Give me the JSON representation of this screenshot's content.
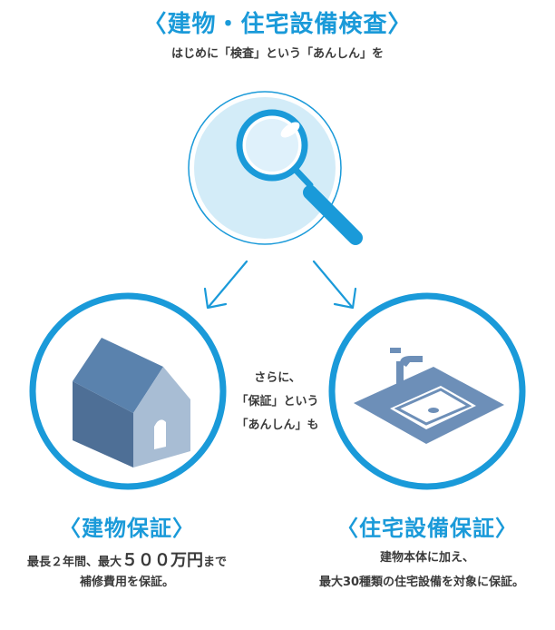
{
  "header": {
    "title": "〈建物・住宅設備検査〉",
    "subtitle": "はじめに「検査」という「あんしん」を"
  },
  "middle_note": {
    "line1": "さらに、",
    "line2": "「保証」という",
    "line3": "「あんしん」も"
  },
  "left_section": {
    "title": "〈建物保証〉",
    "desc_line1_prefix": "最長２年間、最大",
    "desc_line1_amount": "５００万円",
    "desc_line1_suffix": "まで",
    "desc_line2": "補修費用を保証。"
  },
  "right_section": {
    "title": "〈住宅設備保証〉",
    "desc_line1": "建物本体に加え、",
    "desc_line2": "最大30種類の住宅設備を対象に保証。"
  },
  "colors": {
    "accent": "#1a9ad9",
    "circle_fill_light": "#d3ecf8",
    "house_dark": "#4e6f96",
    "house_light": "#a8bdd4",
    "sink_fill": "#6d8fb8",
    "text": "#3a3a3a"
  },
  "icons": {
    "top": "magnifying-glass-icon",
    "left": "house-icon",
    "right": "sink-icon"
  }
}
